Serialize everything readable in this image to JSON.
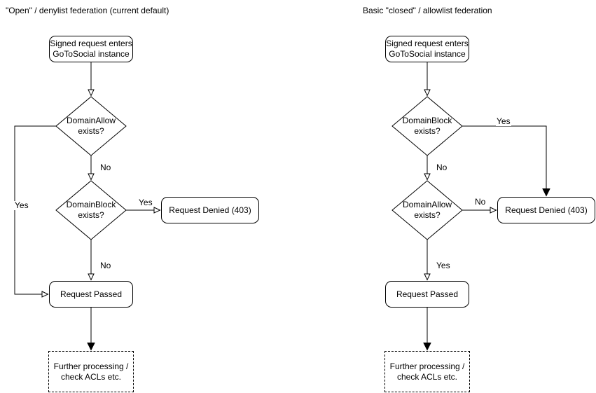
{
  "colors": {
    "stroke": "#000000",
    "background": "#ffffff",
    "text": "#000000"
  },
  "charts": [
    {
      "id": "open-denylist",
      "title": "\"Open\" / denylist federation (current default)",
      "nodes": {
        "start": "Signed request enters\nGoToSocial instance",
        "decision_allow": "DomainAllow\nexists?",
        "decision_block": "DomainBlock\nexists?",
        "denied": "Request Denied (403)",
        "passed": "Request Passed",
        "further": "Further processing /\ncheck ACLs etc."
      },
      "labels": {
        "allow_no": "No",
        "allow_yes": "Yes",
        "block_yes": "Yes",
        "block_no": "No"
      }
    },
    {
      "id": "closed-allowlist",
      "title": "Basic \"closed\" / allowlist federation",
      "nodes": {
        "start": "Signed request enters\nGoToSocial instance",
        "decision_block": "DomainBlock\nexists?",
        "decision_allow": "DomainAllow\nexists?",
        "denied": "Request Denied (403)",
        "passed": "Request Passed",
        "further": "Further processing /\ncheck ACLs etc."
      },
      "labels": {
        "block_yes": "Yes",
        "block_no": "No",
        "allow_no": "No",
        "allow_yes": "Yes"
      }
    }
  ]
}
